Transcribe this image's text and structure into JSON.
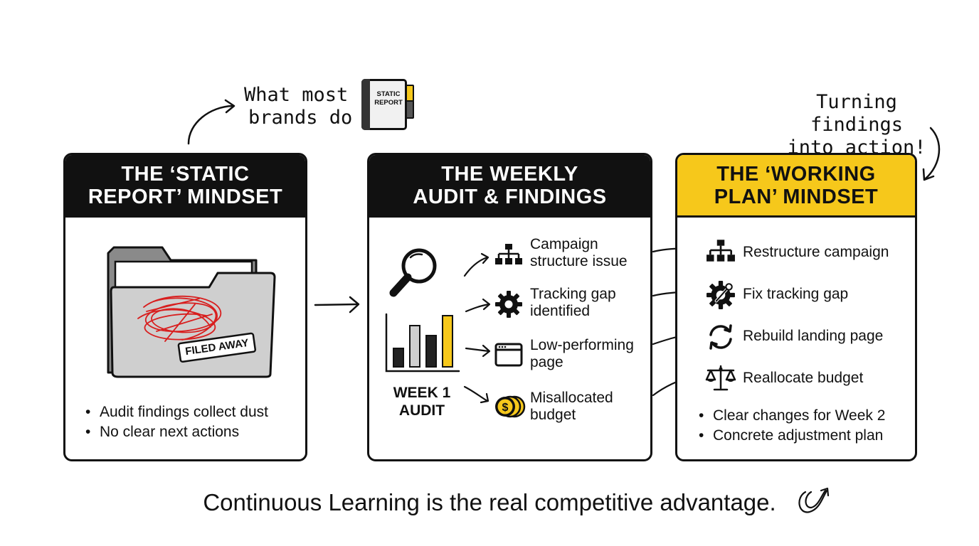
{
  "annotations": {
    "left_note_line1": "What most",
    "left_note_line2": "brands do",
    "report_label_line1": "STATIC",
    "report_label_line2": "REPORT",
    "right_note_line1": "Turning findings",
    "right_note_line2": "into action!"
  },
  "cards": {
    "static": {
      "title_line1": "THE ‘STATIC",
      "title_line2": "REPORT’ MINDSET",
      "stamp": "FILED AWAY",
      "bullets": [
        "Audit findings collect dust",
        "No clear next actions"
      ]
    },
    "weekly": {
      "title_line1": "THE WEEKLY",
      "title_line2": "AUDIT & FINDINGS",
      "audit_label_line1": "WEEK 1",
      "audit_label_line2": "AUDIT",
      "findings": [
        {
          "line1": "Campaign",
          "line2": "structure issue",
          "icon": "hierarchy-icon"
        },
        {
          "line1": "Tracking gap",
          "line2": "identified",
          "icon": "gear-icon"
        },
        {
          "line1": "Low-performing",
          "line2": "page",
          "icon": "browser-window-icon"
        },
        {
          "line1": "Misallocated",
          "line2": "budget",
          "icon": "coins-icon"
        }
      ]
    },
    "working": {
      "title_line1": "THE ‘WORKING",
      "title_line2": "PLAN’ MINDSET",
      "actions": [
        {
          "label": "Restructure campaign",
          "icon": "hierarchy-icon"
        },
        {
          "label": "Fix tracking gap",
          "icon": "gear-wrench-icon"
        },
        {
          "label": "Rebuild landing page",
          "icon": "refresh-icon"
        },
        {
          "label": "Reallocate budget",
          "icon": "scales-icon"
        }
      ],
      "bullets": [
        "Clear changes for Week 2",
        "Concrete adjustment plan"
      ]
    }
  },
  "footer": "Continuous Learning is the real competitive advantage.",
  "colors": {
    "accent": "#f6c81b",
    "ink": "#111111",
    "scribble": "#d81e1e"
  }
}
